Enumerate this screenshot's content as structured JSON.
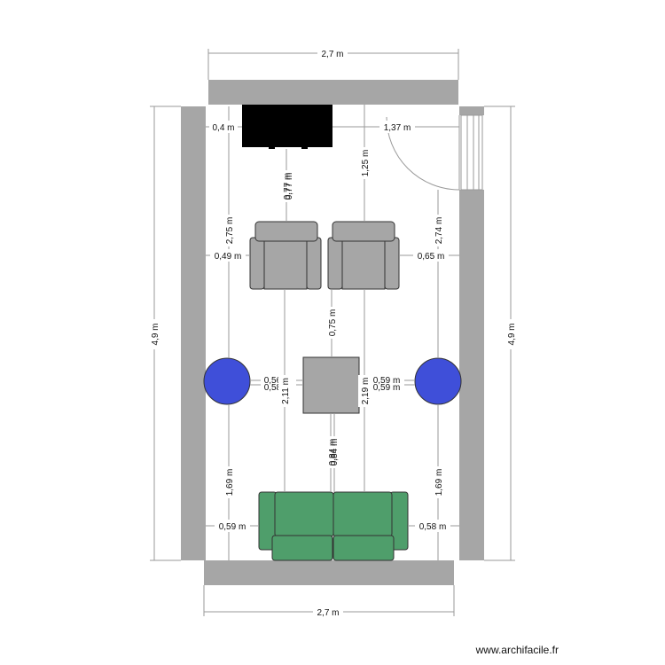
{
  "credit": "www.archifacile.fr",
  "dimensions": {
    "top_width": "2,7 m",
    "bottom_width": "2,7 m",
    "left_height": "4,9 m",
    "right_height": "4,9 m",
    "tv_left_gap": "0,4 m",
    "tv_right_gap": "1,37 m",
    "tv_to_armchair": "0,77 m",
    "armchair_gap_stack": "0,77 m",
    "right_wall_to_armchair_top": "1,25 m",
    "left_pouf_to_top": "2,75 m",
    "right_pouf_to_top": "2,74 m",
    "left_armchair_gap": "0,49 m",
    "right_armchair_gap": "0,65 m",
    "armchair_to_table": "0,75 m",
    "left_pouf_to_table_1": "0,56 m",
    "left_pouf_to_table_2": "0,58 m",
    "right_pouf_to_table_1": "0,59 m",
    "right_pouf_to_table_2": "0,59 m",
    "table_left_vertical": "2,11 m",
    "table_right_vertical": "2,19 m",
    "table_to_sofa_1": "0,84 m",
    "table_to_sofa_2": "0,84 m",
    "left_pouf_to_bottom": "1,69 m",
    "right_pouf_to_bottom": "1,69 m",
    "sofa_left_gap": "0,59 m",
    "sofa_right_gap": "0,58 m"
  },
  "colors": {
    "wall": "#a6a6a6",
    "furniture_grey": "#a6a6a6",
    "pouf_blue": "#3f4fd9",
    "sofa_green": "#4f9e6b",
    "tv_black": "#000000",
    "dimension_line": "#9a9a9a"
  }
}
